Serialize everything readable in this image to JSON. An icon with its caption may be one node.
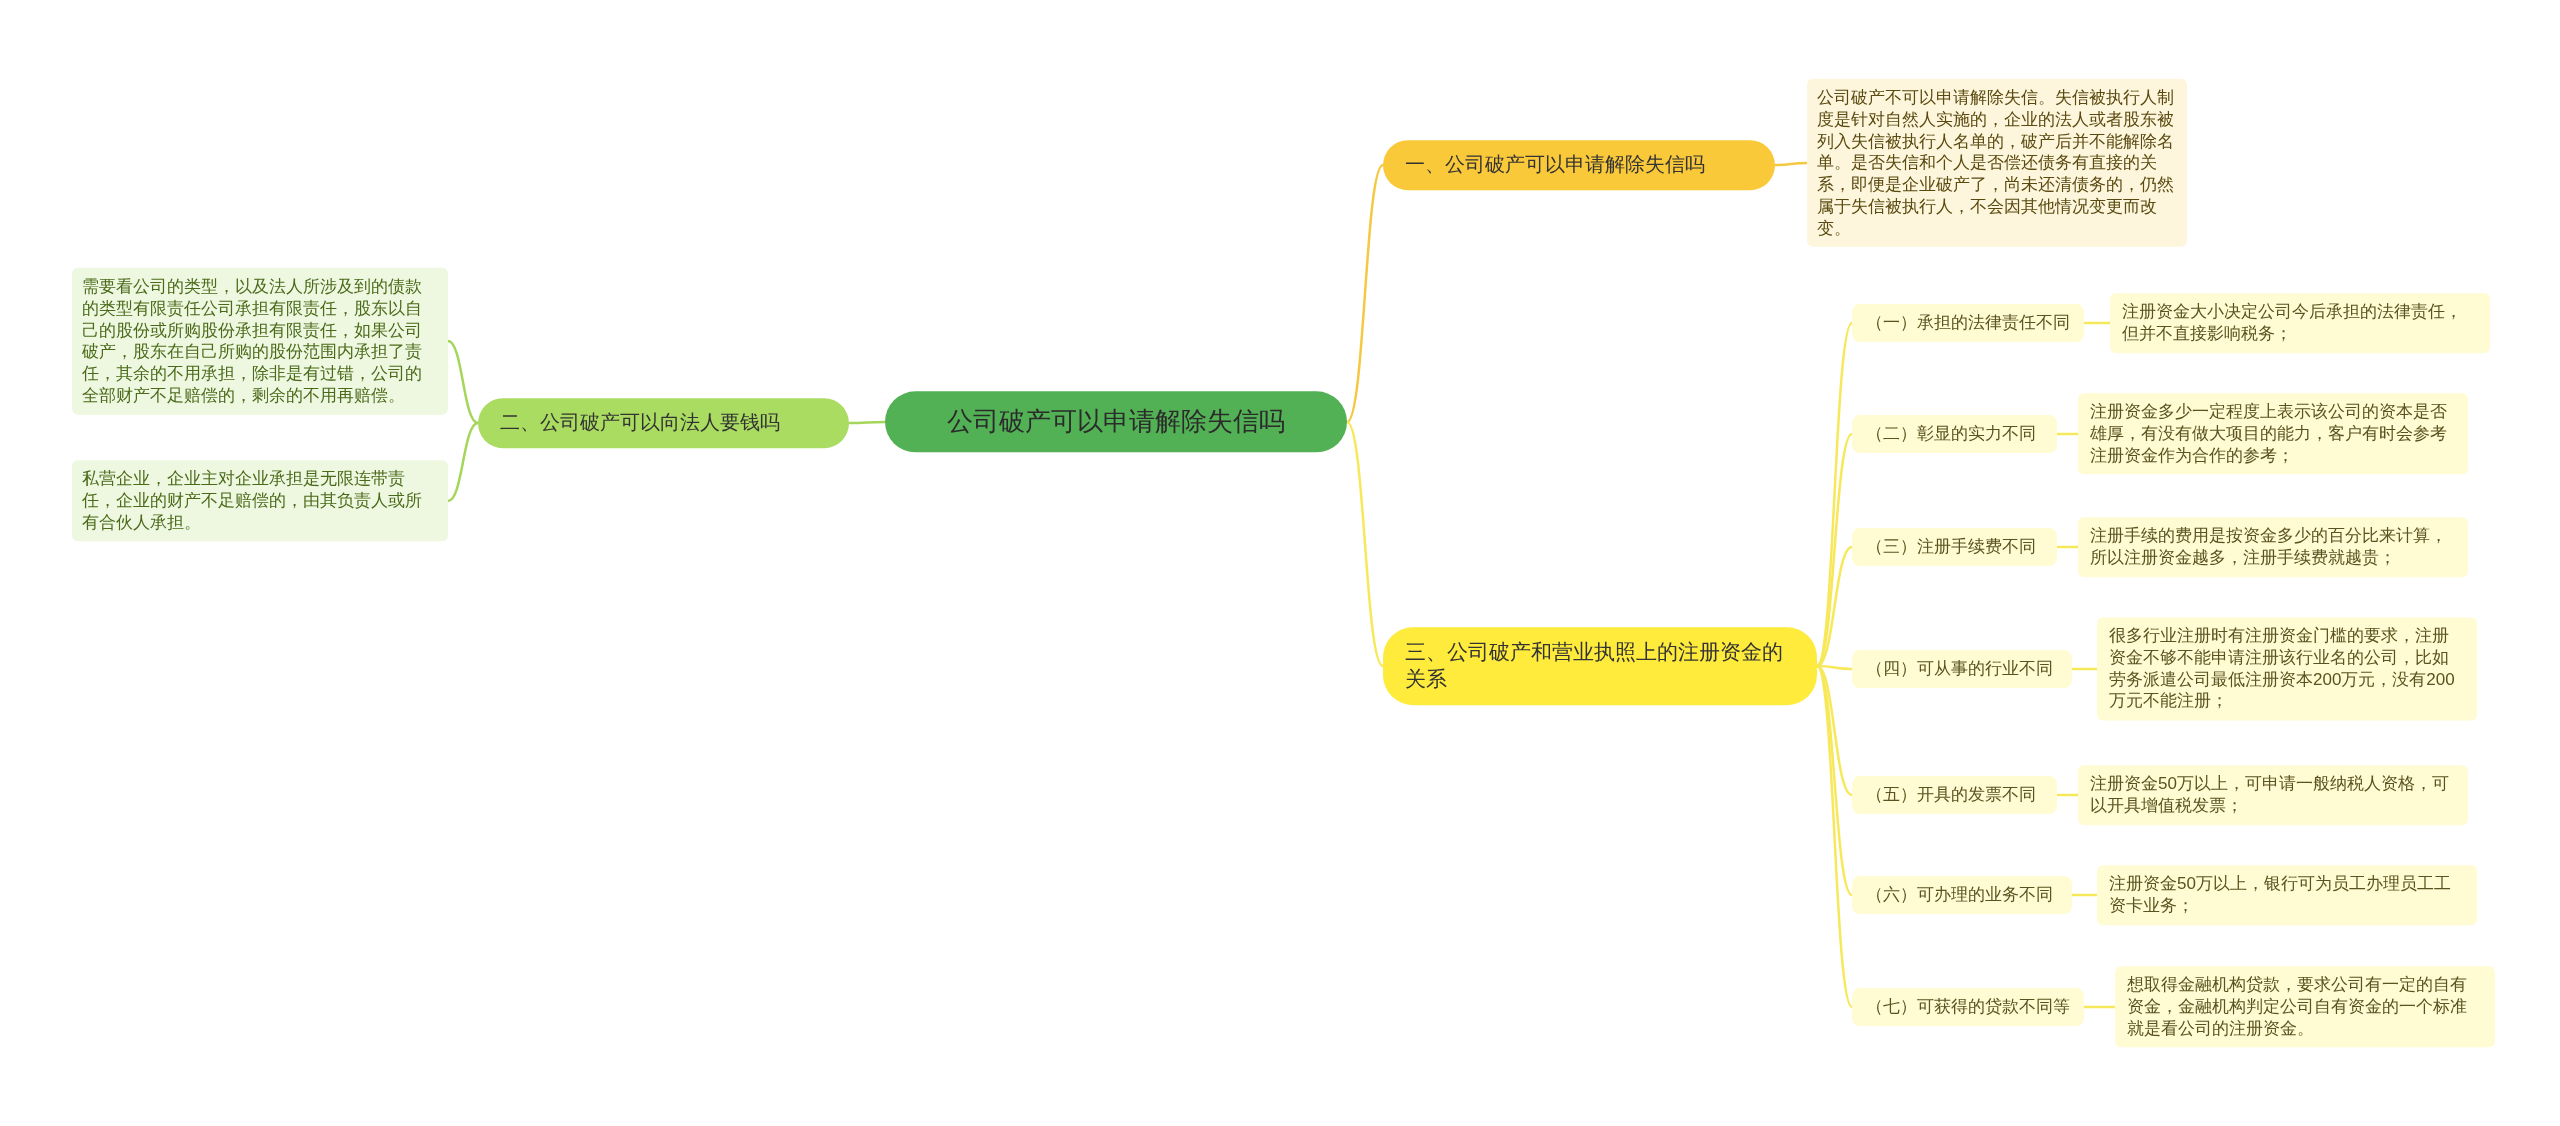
{
  "diagram": {
    "nodes": [
      {
        "text": [
          "公司破产可以申请解除失信吗"
        ]
      },
      {
        "text": [
          "一、公司破产可以申请解除失信吗"
        ]
      },
      {
        "text": [
          "公司破产不可以申请解除失信。失信被执行人制度是针对自然人实施的，企业的法人或者股东被列入失信被执行人名单的，破产后并不能解除名单。是否失信和个人是否偿还债务有直接的关系，即便是企业破产了，尚未还清债务的，仍然属于失信被执行人，不会因其他情况变更而改变。"
        ]
      },
      {
        "text": [
          "二、公司破产可以向法人要钱吗"
        ]
      },
      {
        "text": [
          "需要看公司的类型，以及法人所涉及到的债款的类型有限责任公司承担有限责任，股东以自己的股份或所购股份承担有限责任，如果公司破产，股东在自己所购的股份范围内承担了责任，其余的不用承担，除非是有过错，公司的全部财产不足赔偿的，剩余的不用再赔偿。"
        ]
      },
      {
        "text": [
          "私营企业，企业主对企业承担是无限连带责任，企业的财产不足赔偿的，由其负责人或所有合伙人承担。"
        ]
      },
      {
        "text": [
          "三、公司破产和营业执照上的注册资金的关系"
        ]
      },
      {
        "text": [
          "（一）承担的法律责任不同"
        ]
      },
      {
        "text": [
          "注册资金大小决定公司今后承担的法律责任，但并不直接影响税务；"
        ]
      },
      {
        "text": [
          "（二）彰显的实力不同"
        ]
      },
      {
        "text": [
          "注册资金多少一定程度上表示该公司的资本是否雄厚，有没有做大项目的能力，客户有时会参考注册资金作为合作的参考；"
        ]
      },
      {
        "text": [
          "（三）注册手续费不同"
        ]
      },
      {
        "text": [
          "注册手续的费用是按资金多少的百分比来计算，所以注册资金越多，注册手续费就越贵；"
        ]
      },
      {
        "text": [
          "（四）可从事的行业不同"
        ]
      },
      {
        "text": [
          "很多行业注册时有注册资金门槛的要求，注册资金不够不能申请注册该行业名的公司，比如劳务派遣公司最低注册资本200万元，没有200万元不能注册；"
        ]
      },
      {
        "text": [
          "（五）开具的发票不同"
        ]
      },
      {
        "text": [
          "注册资金50万以上，可申请一般纳税人资格，可以开具增值税发票；"
        ]
      },
      {
        "text": [
          "（六）可办理的业务不同"
        ]
      },
      {
        "text": [
          "注册资金50万以上，银行可为员工办理员工工资卡业务；"
        ]
      },
      {
        "text": [
          "（七）可获得的贷款不同等"
        ]
      },
      {
        "text": [
          "想取得金融机构贷款，要求公司有一定的自有资金，金融机构判定公司自有资金的一个标准就是看公司的注册资金。"
        ]
      }
    ],
    "edges": [
      {
        "from": 0,
        "to": 1,
        "arrow": "none",
        "color": "#f5c842"
      },
      {
        "from": 1,
        "to": 2,
        "arrow": "none",
        "color": "#f5c842"
      },
      {
        "from": 0,
        "to": 3,
        "arrow": "none",
        "color": "#a5d65b"
      },
      {
        "from": 3,
        "to": 4,
        "arrow": "none",
        "color": "#a5d65b"
      },
      {
        "from": 3,
        "to": 5,
        "arrow": "none",
        "color": "#a5d65b"
      },
      {
        "from": 0,
        "to": 6,
        "arrow": "none"
      },
      {
        "from": 6,
        "to": 7,
        "arrow": "none"
      },
      {
        "from": 7,
        "to": 8,
        "arrow": "none"
      },
      {
        "from": 6,
        "to": 9,
        "arrow": "none"
      },
      {
        "from": 9,
        "to": 10,
        "arrow": "none"
      },
      {
        "from": 6,
        "to": 11,
        "arrow": "none"
      },
      {
        "from": 11,
        "to": 12,
        "arrow": "none"
      },
      {
        "from": 6,
        "to": 13,
        "arrow": "none"
      },
      {
        "from": 13,
        "to": 14,
        "arrow": "none"
      },
      {
        "from": 6,
        "to": 15,
        "arrow": "none"
      },
      {
        "from": 15,
        "to": 16,
        "arrow": "none"
      },
      {
        "from": 6,
        "to": 17,
        "arrow": "none"
      },
      {
        "from": 17,
        "to": 18,
        "arrow": "none"
      },
      {
        "from": 6,
        "to": 19,
        "arrow": "none"
      },
      {
        "from": 19,
        "to": 20,
        "arrow": "none"
      }
    ]
  }
}
